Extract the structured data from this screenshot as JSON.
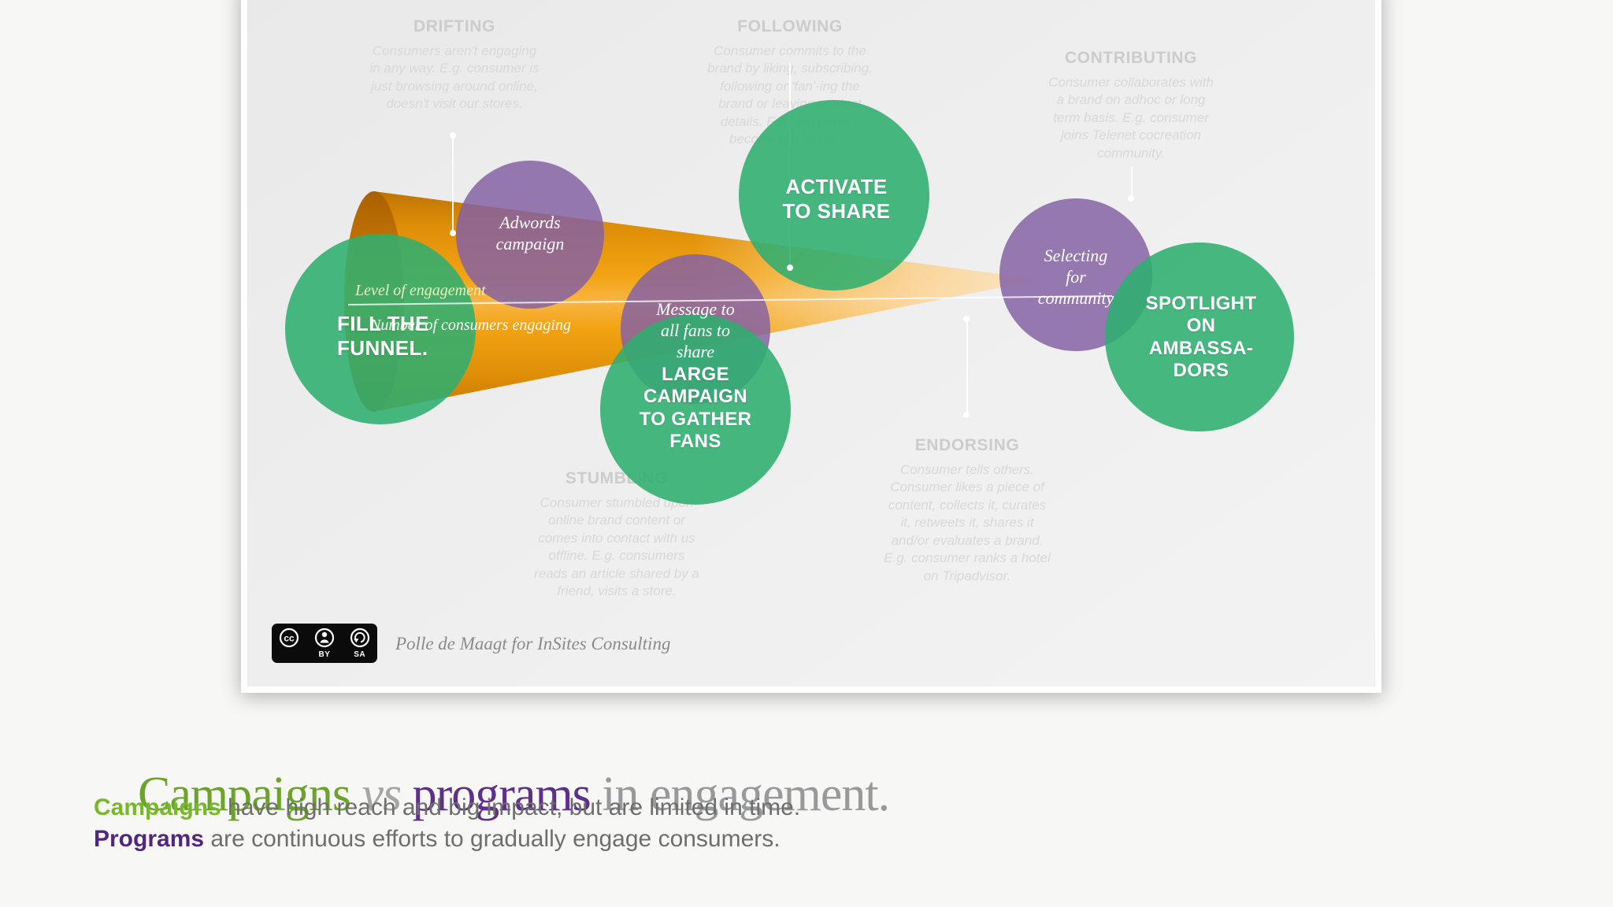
{
  "slide": {
    "stages": [
      {
        "name": "DRIFTING",
        "description": "Consumers aren't engaging\nin any way. E.g. consumer is\njust browsing around online,\ndoesn't visit our stores."
      },
      {
        "name": "FOLLOWING",
        "description": "Consumer commits to the\nbrand by liking, subscribing,\nfollowing or 'fan'-ing the\nbrand or leaving contact\ndetails. E.g. consumers\nbecoming a fan of ..."
      },
      {
        "name": "CONTRIBUTING",
        "description": "Consumer collaborates with\na brand on adhoc or long\nterm basis. E.g. consumer\njoins Telenet cocreation\ncommunity."
      },
      {
        "name": "STUMBLING",
        "description": "Consumer stumbled upon\nonline brand content or\ncomes into contact with us\noffline. E.g. consumers\nreads an article shared by a\nfriend, visits a store."
      },
      {
        "name": "ENDORSING",
        "description": "Consumer tells others.\nConsumer likes a piece of\ncontent, collects it, curates\nit, retweets it, shares it\nand/or evaluates a brand.\nE.g. consumer ranks a hotel\non Tripadvisor."
      }
    ],
    "axis": {
      "level": "Level of engagement",
      "number": "Number of consumers engaging"
    },
    "campaigns": [
      {
        "label": "FILL THE\nFUNNEL."
      },
      {
        "label": "ACTIVATE\nTO SHARE"
      },
      {
        "label": "LARGE\nCAMPAIGN\nTO GATHER\nFANS"
      },
      {
        "label": "SPOTLIGHT\nON\nAMBASSA-\nDORS"
      }
    ],
    "programs": [
      {
        "label": "Adwords\ncampaign"
      },
      {
        "label": "Message to\nall fans to\nshare"
      },
      {
        "label": "Selecting\nfor\ncommunity"
      }
    ],
    "license": {
      "by": "BY",
      "sa": "SA"
    },
    "attribution": "Polle de Maagt for InSites Consulting",
    "colors": {
      "campaign_green": "#2fae6f",
      "program_purple": "#8461a4",
      "funnel_orange": "#f2a312"
    }
  },
  "caption": {
    "title": {
      "campaigns": "Campaigns",
      "vs": " vs ",
      "programs": "programs",
      "rest": " in engagement."
    },
    "line1": {
      "lead": "Campaigns",
      "rest": " have high reach and big impact, but are limited in time."
    },
    "line2": {
      "lead": "Programs",
      "rest": " are continuous efforts to gradually engage consumers."
    }
  }
}
